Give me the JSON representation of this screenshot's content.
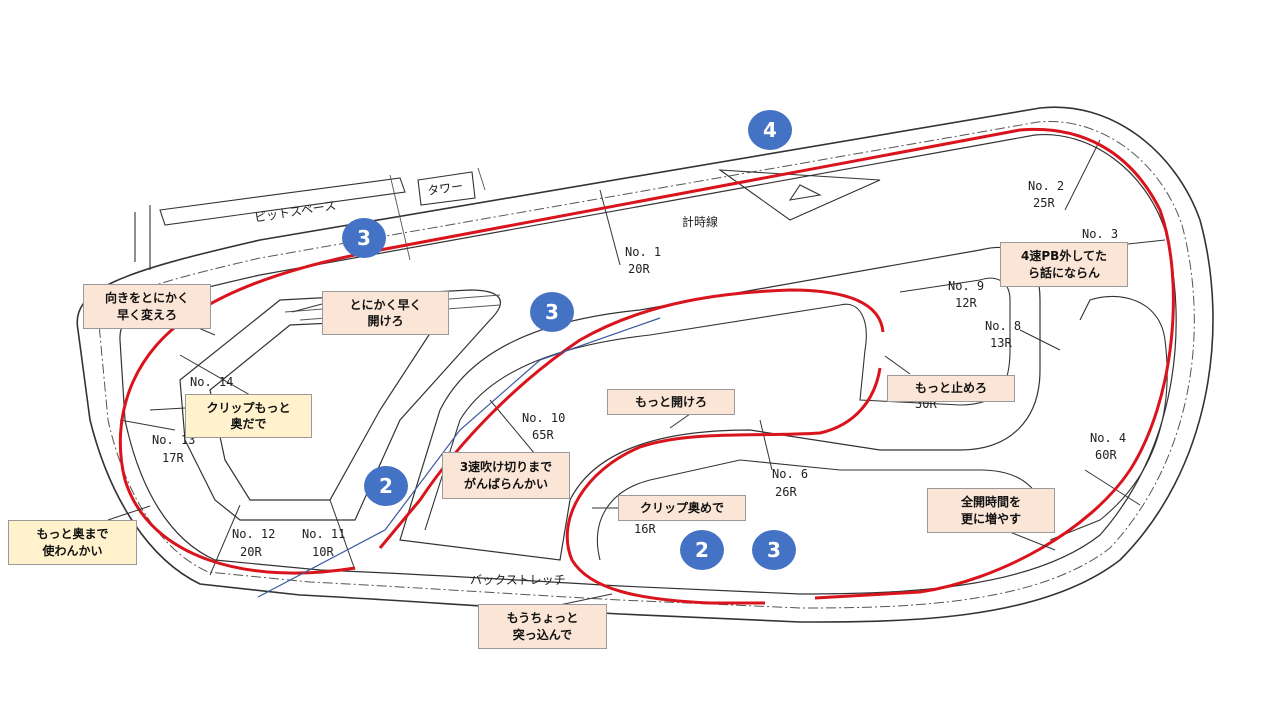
{
  "track": {
    "pit_label": "ピットスペース",
    "tower_label": "タワー",
    "backstretch_label": "バックストレッチ",
    "control_label": "計時線",
    "corners": [
      {
        "no": "No. 1",
        "r": "20R"
      },
      {
        "no": "No. 2",
        "r": "25R"
      },
      {
        "no": "No. 3",
        "r": ""
      },
      {
        "no": "No. 4",
        "r": "60R"
      },
      {
        "no": "No. 6",
        "r": "26R"
      },
      {
        "no": "No. 8",
        "r": "13R"
      },
      {
        "no": "No. 9",
        "r": "12R"
      },
      {
        "no": "No. 10",
        "r": "65R"
      },
      {
        "no": "No. 11",
        "r": "10R"
      },
      {
        "no": "No. 12",
        "r": "20R"
      },
      {
        "no": "No. 13",
        "r": "17R"
      },
      {
        "no": "No. 14",
        "r": ""
      },
      {
        "no": "",
        "r": "16R"
      },
      {
        "no": "",
        "r": "30R"
      }
    ]
  },
  "callouts": [
    {
      "text": "向きをとにかく\n早く変えろ",
      "color": "pink"
    },
    {
      "text": "とにかく早く\n開けろ",
      "color": "pink"
    },
    {
      "text": "クリップもっと\n奥だで",
      "color": "yellow"
    },
    {
      "text": "もっと奥まで\n使わんかい",
      "color": "yellow"
    },
    {
      "text": "3速吹け切りまで\nがんばらんかい",
      "color": "pink"
    },
    {
      "text": "もっと開けろ",
      "color": "pink"
    },
    {
      "text": "クリップ奥めで",
      "color": "pink"
    },
    {
      "text": "もうちょっと\n突っ込んで",
      "color": "pink"
    },
    {
      "text": "もっと止めろ",
      "color": "pink"
    },
    {
      "text": "4速PB外してた\nら話にならん",
      "color": "pink"
    },
    {
      "text": "全開時間を\n更に増やす",
      "color": "pink"
    }
  ],
  "gears": [
    "4",
    "3",
    "3",
    "2",
    "2",
    "3"
  ],
  "colors": {
    "racing_line": "#d9141c",
    "gear_badge": "#4472c4",
    "callout_pink": "#fbe5d6",
    "callout_yellow": "#fff2cc"
  }
}
